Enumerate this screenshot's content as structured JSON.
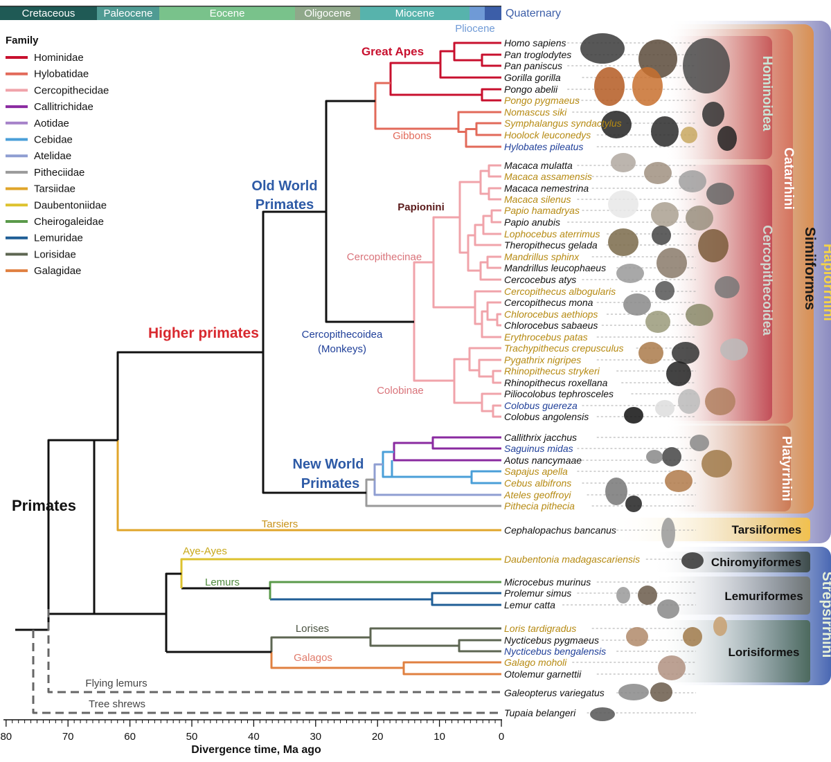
{
  "colors": {
    "Hominidae": "#c8102e",
    "Hylobatidae": "#e26a5a",
    "Cercopithecidae": "#f0a3aa",
    "Callitrichidae": "#8a2aa0",
    "Aotidae": "#a682c9",
    "Cebidae": "#4a9fd8",
    "Atelidae": "#8f9ed2",
    "Pitheciidae": "#9a9a9a",
    "Tarsiidae": "#e0a52a",
    "Daubentoniidae": "#ddc22e",
    "Cheirogaleidae": "#5a9a4a",
    "Lemuridae": "#1f5e96",
    "Lorisidae": "#5d6652",
    "Galagidae": "#e08040",
    "stem": "#111111",
    "dashed": "#666666",
    "name_black": "#111111",
    "name_gold": "#b68a12",
    "name_blue": "#1f3f99"
  },
  "epochs": [
    {
      "name": "Cretaceous",
      "color": "#1f5a55"
    },
    {
      "name": "Paleocene",
      "color": "#4f9b93"
    },
    {
      "name": "Eocene",
      "color": "#79c28b"
    },
    {
      "name": "Oligocene",
      "color": "#8fa88a"
    },
    {
      "name": "Miocene",
      "color": "#57b3ac"
    },
    {
      "name": "Pliocene",
      "color": "#6f9ad6"
    },
    {
      "name": "Quaternary",
      "color": "#3c5ea8"
    }
  ],
  "legend": {
    "title": "Family",
    "items": [
      {
        "name": "Hominidae",
        "key": "Hominidae"
      },
      {
        "name": "Hylobatidae",
        "key": "Hylobatidae"
      },
      {
        "name": "Cercopithecidae",
        "key": "Cercopithecidae"
      },
      {
        "name": "Callitrichidae",
        "key": "Callitrichidae"
      },
      {
        "name": "Aotidae",
        "key": "Aotidae"
      },
      {
        "name": "Cebidae",
        "key": "Cebidae"
      },
      {
        "name": "Atelidae",
        "key": "Atelidae"
      },
      {
        "name": "Pitheciidae",
        "key": "Pitheciidae"
      },
      {
        "name": "Tarsiidae",
        "key": "Tarsiidae"
      },
      {
        "name": "Daubentoniidae",
        "key": "Daubentoniidae"
      },
      {
        "name": "Cheirogaleidae",
        "key": "Cheirogaleidae"
      },
      {
        "name": "Lemuridae",
        "key": "Lemuridae"
      },
      {
        "name": "Lorisidae",
        "key": "Lorisidae"
      },
      {
        "name": "Galagidae",
        "key": "Galagidae"
      }
    ]
  },
  "axis": {
    "label": "Divergence time, Ma ago",
    "ticks": [
      80,
      70,
      60,
      50,
      40,
      30,
      20,
      10,
      0
    ]
  },
  "species": [
    {
      "name": "Homo sapiens",
      "c": "black"
    },
    {
      "name": "Pan troglodytes",
      "c": "black"
    },
    {
      "name": "Pan paniscus",
      "c": "black"
    },
    {
      "name": "Gorilla gorilla",
      "c": "black"
    },
    {
      "name": "Pongo abelii",
      "c": "black"
    },
    {
      "name": "Pongo pygmaeus",
      "c": "gold"
    },
    {
      "name": "Nomascus siki",
      "c": "gold"
    },
    {
      "name": "Symphalangus syndactylus",
      "c": "gold"
    },
    {
      "name": "Hoolock leuconedys",
      "c": "gold"
    },
    {
      "name": "Hylobates pileatus",
      "c": "blue"
    },
    {
      "name": "Macaca mulatta",
      "c": "black"
    },
    {
      "name": "Macaca assamensis",
      "c": "gold"
    },
    {
      "name": "Macaca nemestrina",
      "c": "black"
    },
    {
      "name": "Macaca silenus",
      "c": "gold"
    },
    {
      "name": "Papio hamadryas",
      "c": "gold"
    },
    {
      "name": "Papio anubis",
      "c": "black"
    },
    {
      "name": "Lophocebus aterrimus",
      "c": "gold"
    },
    {
      "name": "Theropithecus gelada",
      "c": "black"
    },
    {
      "name": "Mandrillus sphinx",
      "c": "gold"
    },
    {
      "name": "Mandrillus leucophaeus",
      "c": "black"
    },
    {
      "name": "Cercocebus atys",
      "c": "black"
    },
    {
      "name": "Cercopithecus albogularis",
      "c": "gold"
    },
    {
      "name": "Cercopithecus mona",
      "c": "black"
    },
    {
      "name": "Chlorocebus aethiops",
      "c": "gold"
    },
    {
      "name": "Chlorocebus sabaeus",
      "c": "black"
    },
    {
      "name": "Erythrocebus patas",
      "c": "gold"
    },
    {
      "name": "Trachypithecus crepusculus",
      "c": "gold"
    },
    {
      "name": "Pygathrix nigripes",
      "c": "gold"
    },
    {
      "name": "Rhinopithecus strykeri",
      "c": "gold"
    },
    {
      "name": "Rhinopithecus roxellana",
      "c": "black"
    },
    {
      "name": "Piliocolobus tephrosceles",
      "c": "black"
    },
    {
      "name": "Colobus guereza",
      "c": "blue"
    },
    {
      "name": "Colobus angolensis",
      "c": "black"
    },
    {
      "name": "Callithrix jacchus",
      "c": "black"
    },
    {
      "name": "Saguinus midas",
      "c": "blue"
    },
    {
      "name": "Aotus nancymaae",
      "c": "black"
    },
    {
      "name": "Sapajus apella",
      "c": "gold"
    },
    {
      "name": "Cebus albifrons",
      "c": "gold"
    },
    {
      "name": "Ateles geoffroyi",
      "c": "gold"
    },
    {
      "name": "Pithecia pithecia",
      "c": "gold"
    },
    {
      "name": "Cephalopachus bancanus",
      "c": "black"
    },
    {
      "name": "Daubentonia madagascariensis",
      "c": "gold"
    },
    {
      "name": "Microcebus murinus",
      "c": "black"
    },
    {
      "name": "Prolemur simus",
      "c": "black"
    },
    {
      "name": "Lemur catta",
      "c": "black"
    },
    {
      "name": "Loris tardigradus",
      "c": "gold"
    },
    {
      "name": "Nycticebus pygmaeus",
      "c": "black"
    },
    {
      "name": "Nycticebus bengalensis",
      "c": "blue"
    },
    {
      "name": "Galago moholi",
      "c": "gold"
    },
    {
      "name": "Otolemur garnettii",
      "c": "black"
    },
    {
      "name": "Galeopterus variegatus",
      "c": "black"
    },
    {
      "name": "Tupaia belangeri",
      "c": "black"
    }
  ],
  "clade_labels": {
    "primates": "Primates",
    "higher_primates": "Higher primates",
    "old_world_line1": "Old World",
    "old_world_line2": "Primates",
    "new_world_line1": "New World",
    "new_world_line2": "Primates",
    "great_apes": "Great Apes",
    "gibbons": "Gibbons",
    "papionini": "Papionini",
    "cercopithecinae": "Cercopithecinae",
    "colobinae": "Colobinae",
    "cercopithecoidea_line1": "Cercopithecoidea",
    "cercopithecoidea_line2": "(Monkeys)",
    "tarsiers": "Tarsiers",
    "aye_ayes": "Aye-Ayes",
    "lemurs": "Lemurs",
    "lorises": "Lorises",
    "galagos": "Galagos",
    "flying_lemurs": "Flying lemurs",
    "tree_shrews": "Tree shrews"
  },
  "taxon_boxes": {
    "haplorrhini": "Haplorrhini",
    "simiiformes": "Simiiformes",
    "catarrhini": "Catarrhini",
    "hominoidea": "Hominoidea",
    "cercopithecoidea": "Cercopithecoidea",
    "platyrrhini": "Platyrrhini",
    "tarsiiformes": "Tarsiiformes",
    "strepsirrhini": "Strepsirrhini",
    "chiromyiformes": "Chiromyiformes",
    "lemuriformes": "Lemuriformes",
    "lorisiformes": "Lorisiformes"
  }
}
